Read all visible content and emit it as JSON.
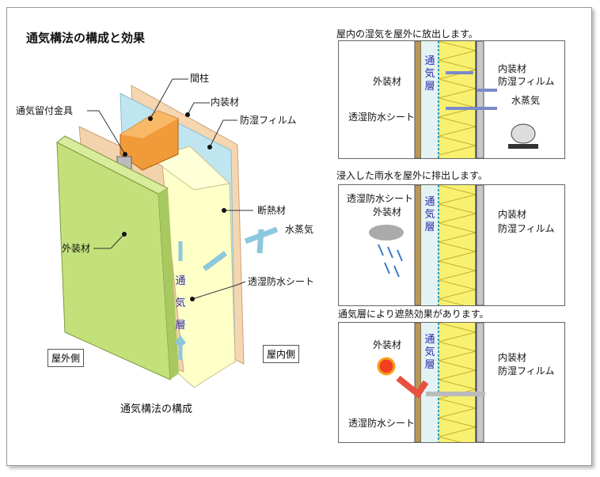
{
  "title": "通気構法の構成と効果",
  "main_diagram": {
    "caption": "通気構法の構成",
    "labels": {
      "stud": "間柱",
      "interior": "内装材",
      "fastener": "通気留付金具",
      "film": "防湿フィルム",
      "insulation": "断熱材",
      "vapor": "水蒸気",
      "exterior": "外装材",
      "sheet": "透湿防水シート",
      "air_layer": "通気層"
    },
    "outside": "屋外側",
    "inside": "屋内側"
  },
  "panels": [
    {
      "heading": "屋内の湿気を屋外に放出します。",
      "air_layer": "通気層",
      "labels": {
        "exterior": "外装材",
        "interior": "内装材",
        "film": "防湿フィルム",
        "vapor": "水蒸気",
        "sheet": "透湿防水シート"
      }
    },
    {
      "heading": "浸入した雨水を屋外に排出します。",
      "air_layer": "通気層",
      "labels": {
        "sheet": "透湿防水シート",
        "exterior": "外装材",
        "interior": "内装材",
        "film": "防湿フィルム"
      }
    },
    {
      "heading": "通気層により遮熱効果があります。",
      "air_layer": "通気層",
      "labels": {
        "exterior": "外装材",
        "interior": "内装材",
        "film": "防湿フィルム",
        "sheet": "透湿防水シート"
      }
    }
  ],
  "colors": {
    "siding": "#c4e07a",
    "insulation": "#ffffc8",
    "film": "#bfe6f0",
    "wood": "#f09a3a",
    "interior": "#f6d6b0",
    "air": "#e4f2f4",
    "arrow": "#8cc8dc"
  }
}
